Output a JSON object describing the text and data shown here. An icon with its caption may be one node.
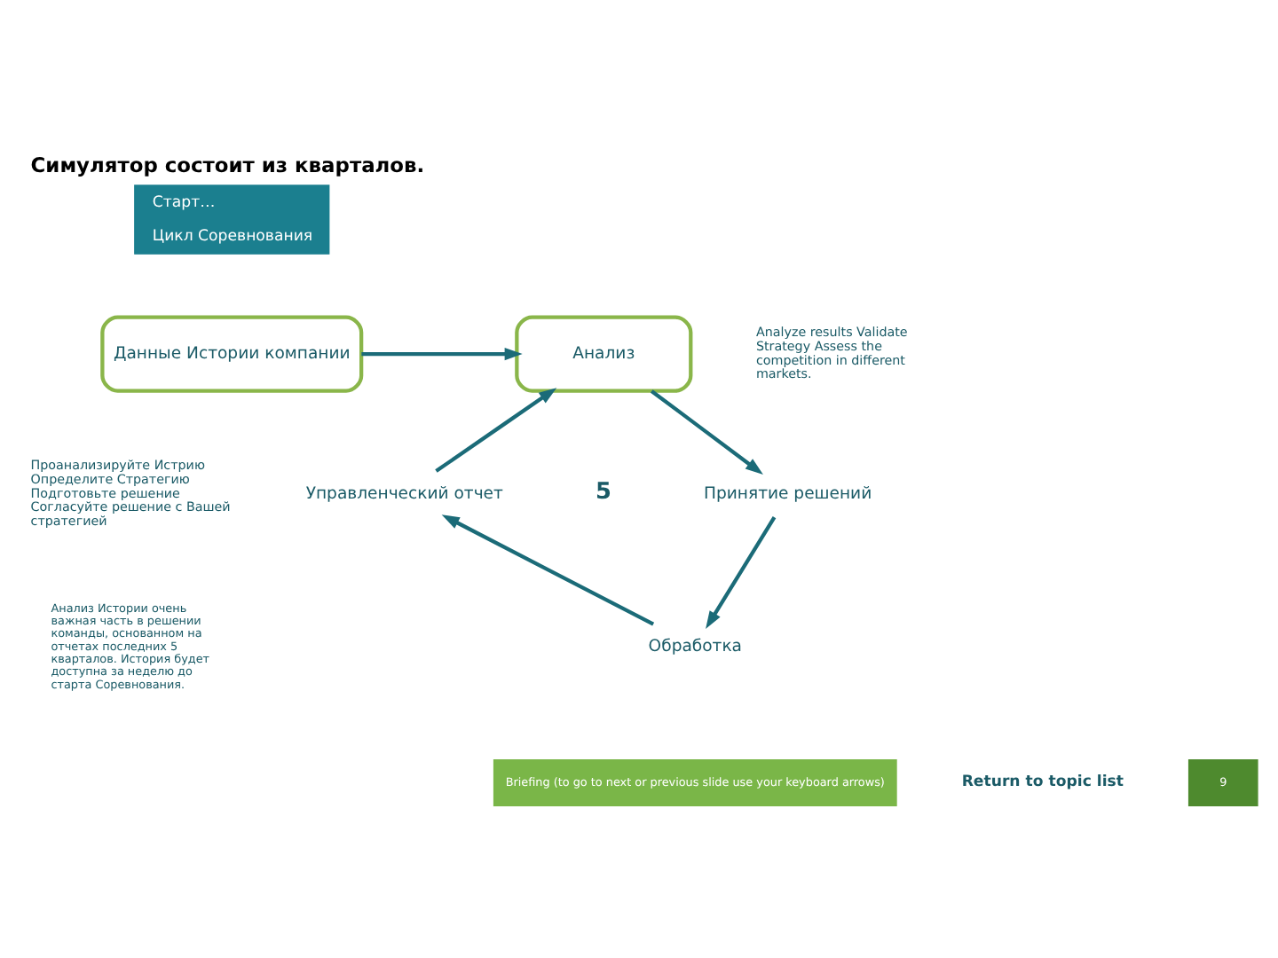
{
  "diagram": {
    "title": "Симулятор состоит из кварталов.",
    "nodes": [
      {
        "text": [
          "Данные Истории компании"
        ]
      },
      {
        "text": [
          "Анализ"
        ]
      },
      {
        "text": [
          "Управленческий отчет"
        ]
      },
      {
        "text": [
          "5"
        ]
      },
      {
        "text": [
          "Принятие решений"
        ]
      },
      {
        "text": [
          "Обработка"
        ]
      }
    ],
    "edges": [
      {
        "from": 0,
        "to": 1,
        "arrow": "to"
      },
      {
        "from": 1,
        "to": 4,
        "arrow": "to"
      },
      {
        "from": 4,
        "to": 5,
        "arrow": "to"
      },
      {
        "from": 5,
        "to": 2,
        "arrow": "to"
      },
      {
        "from": 2,
        "to": 1,
        "arrow": "to"
      }
    ],
    "labels": [
      "Старт…",
      "Цикл Соревнования",
      "Analyze results Validate Strategy Assess the competition in different markets.",
      "Проанализируйте Истрию Определите Стратегию Подготовьте решение Согласуйте решение с Вашей стратегией",
      "Анализ Истории очень важная часть в решении команды, основанном на отчетах последних 5 кварталов. История будет доступна за неделю до старта Соревнования.",
      "Briefing (to go to next or previous slide use your keyboard arrows)",
      "Return to topic list",
      "9"
    ]
  }
}
